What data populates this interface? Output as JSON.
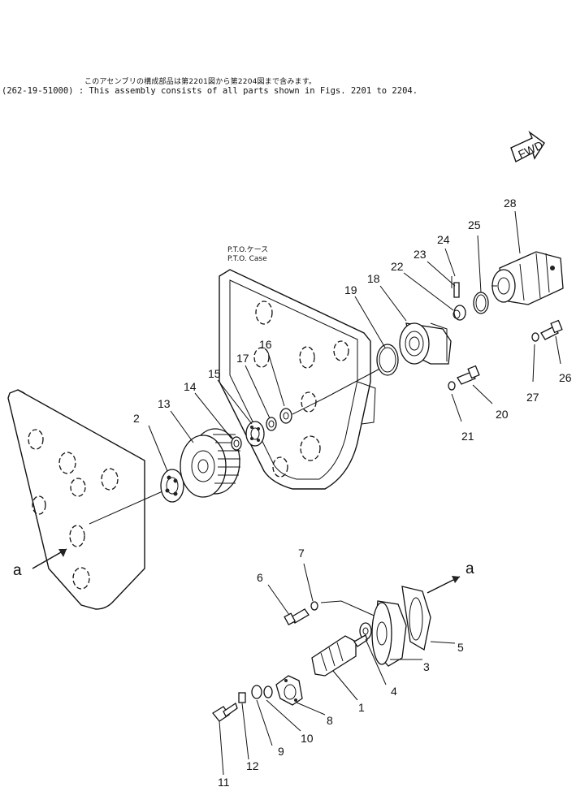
{
  "notes": {
    "japanese": "このアセンブリの構成部品は第2201図から第2204図まで含みます。",
    "english": "(262-19-51000) : This assembly consists of all parts shown in Figs. 2201 to 2204."
  },
  "case_label": {
    "japanese": "P.T.O.ケース",
    "english": "P.T.O. Case"
  },
  "fwd_marker": "FWD",
  "reference_marks": {
    "left": "a",
    "right": "a"
  },
  "callouts": [
    "1",
    "2",
    "3",
    "4",
    "5",
    "6",
    "7",
    "8",
    "9",
    "10",
    "11",
    "12",
    "13",
    "14",
    "15",
    "16",
    "17",
    "18",
    "19",
    "20",
    "21",
    "22",
    "23",
    "24",
    "25",
    "26",
    "27",
    "28"
  ]
}
